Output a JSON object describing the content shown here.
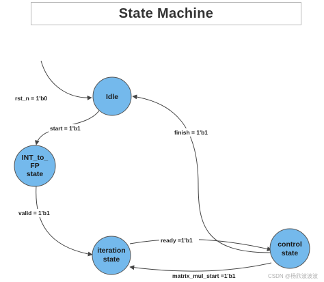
{
  "title": "State Machine",
  "states": {
    "idle": [
      "Idle"
    ],
    "int_to_fp": [
      "INT_to_",
      "FP",
      "state"
    ],
    "iteration": [
      "iteration",
      "state"
    ],
    "control": [
      "control",
      "state"
    ]
  },
  "transitions": {
    "reset": "rst_n = 1'b0",
    "start": "start = 1'b1",
    "valid": "valid = 1'b1",
    "ready": "ready =1'b1",
    "matrix_mul_start": "matrix_mul_start =1'b1",
    "finish": "finish = 1'b1"
  },
  "watermark": "CSDN @杨欣波波波",
  "colors": {
    "state_fill": "#74b9ec",
    "state_stroke": "#555555",
    "edge": "#444444"
  }
}
